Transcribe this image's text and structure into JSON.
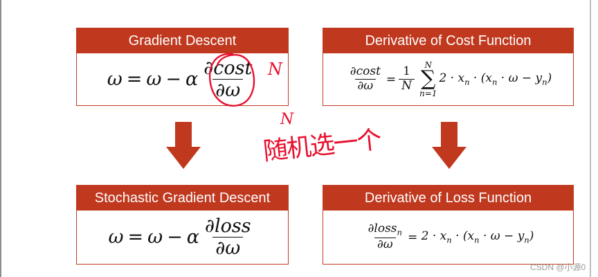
{
  "panels": {
    "gd": {
      "title": "Gradient Descent",
      "lhs": "ω",
      "eq": "=",
      "w": "ω",
      "minus": "−",
      "alpha": "α",
      "num": "∂cost",
      "den": "∂ω"
    },
    "dcf": {
      "title": "Derivative of Cost Function",
      "num": "∂cost",
      "den": "∂ω",
      "eq": "=",
      "one": "1",
      "N": "N",
      "sigma": "∑",
      "sum_top": "N",
      "sum_bottom": "n=1",
      "rest": "2 · x",
      "sub_n": "n",
      "paren": " · (x",
      "sub_n2": "n",
      "tail": " · ω − y",
      "sub_n3": "n",
      "close": ")"
    },
    "sgd": {
      "title": "Stochastic Gradient Descent",
      "lhs": "ω",
      "eq": "=",
      "w": "ω",
      "minus": "−",
      "alpha": "α",
      "num": "∂loss",
      "den": "∂ω"
    },
    "dlf": {
      "title": "Derivative of Loss Function",
      "num": "∂loss",
      "num_sub": "n",
      "den": "∂ω",
      "eq": "=",
      "rest": "2 · x",
      "sub_n": "n",
      "paren": " · (x",
      "sub_n2": "n",
      "tail": " · ω − y",
      "sub_n3": "n",
      "close": ")"
    }
  },
  "annotations": {
    "note_n_right": "N",
    "note_n_middle": "N",
    "note_handwritten": "随机选一个"
  },
  "watermark": "CSDN @小源0",
  "colors": {
    "accent": "#c0391f",
    "ink": "#e8102e"
  }
}
